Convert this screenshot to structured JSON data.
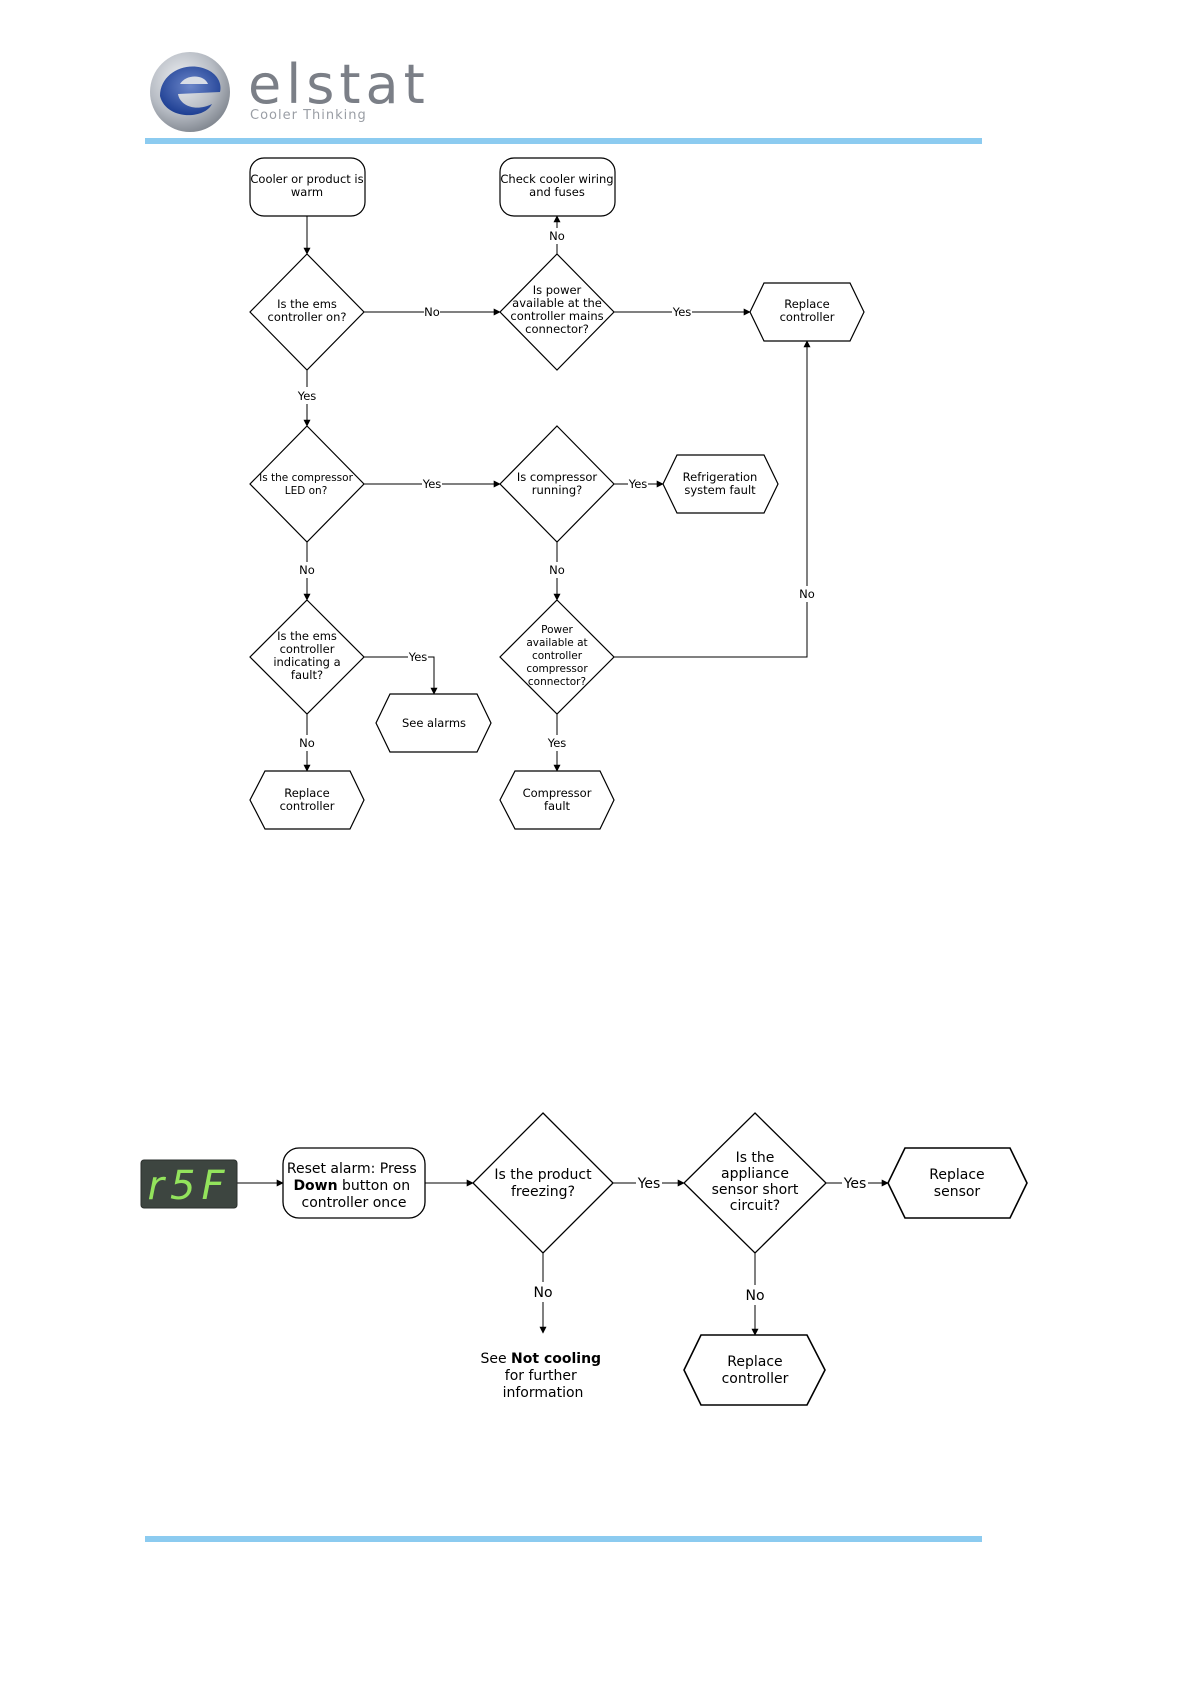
{
  "brand": {
    "name": "elstat",
    "tagline": "Cooler Thinking",
    "accent_color": "#8ccbf0"
  },
  "flow1": {
    "start": [
      "Cooler or product is",
      "warm"
    ],
    "check_wiring": [
      "Check cooler wiring",
      "and fuses"
    ],
    "ems_on": [
      "Is the ems",
      "controller  on?"
    ],
    "power_mains": [
      "Is power",
      "available at the",
      "controller mains",
      "connector?"
    ],
    "replace_controller_top": [
      "Replace",
      "controller"
    ],
    "compressor_led": [
      "Is the compressor",
      "LED on?"
    ],
    "compressor_running": [
      "Is compressor",
      "running?"
    ],
    "refrigeration_fault": [
      "Refrigeration",
      "system fault"
    ],
    "ems_fault": [
      "Is the ems",
      "controller",
      "indicating a",
      "fault?"
    ],
    "power_compressor": [
      "Power",
      "available at",
      "controller",
      "compressor",
      "connector?"
    ],
    "see_alarms": [
      "See alarms"
    ],
    "replace_controller_bottom": [
      "Replace",
      "controller"
    ],
    "compressor_fault": [
      "Compressor",
      "fault"
    ],
    "labels": {
      "yes": "Yes",
      "no": "No"
    }
  },
  "flow2": {
    "display_code": "r5F",
    "reset": {
      "line1": "Reset alarm: Press",
      "bold": "Down",
      "line2_rest": " button on",
      "line3": "controller once"
    },
    "product_freezing": [
      "Is the product",
      "freezing?"
    ],
    "sensor_short": [
      "Is the",
      "appliance",
      "sensor short",
      "circuit?"
    ],
    "replace_sensor": [
      "Replace",
      "sensor"
    ],
    "replace_controller": [
      "Replace",
      "controller"
    ],
    "see_not_cooling": {
      "prefix": "See ",
      "bold": "Not cooling",
      "line2": "for further",
      "line3": "information"
    },
    "labels": {
      "yes": "Yes",
      "no": "No"
    }
  }
}
